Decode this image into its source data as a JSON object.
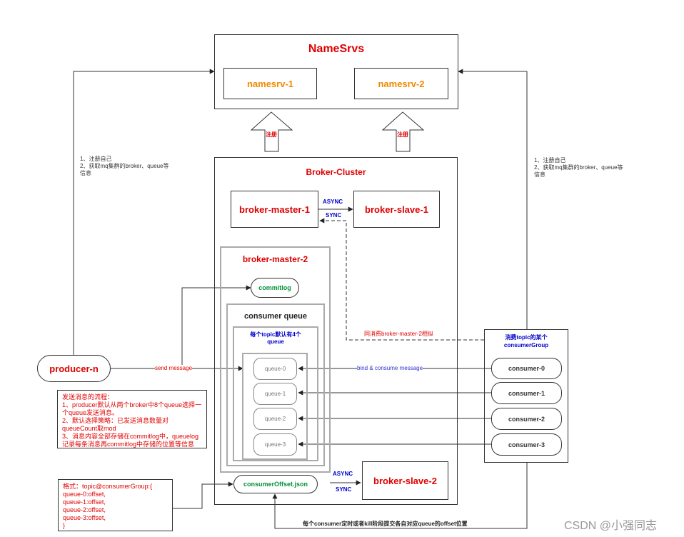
{
  "namesrvs": {
    "title": "NameSrvs",
    "nodes": [
      "namesrv-1",
      "namesrv-2"
    ]
  },
  "register_label": "注册",
  "cluster": {
    "title": "Broker-Cluster",
    "master1": "broker-master-1",
    "slave1": "broker-slave-1",
    "async": "ASYNC",
    "sync": "SYNC",
    "master2": "broker-master-2",
    "commitlog": "commitlog",
    "consumer_queue_title": "consumer queue",
    "topic_note": "每个topic默认有4个\nqueue",
    "queues": [
      "queue-0",
      "queue-1",
      "queue-2",
      "queue-3"
    ],
    "offset_json": "consumerOffset.json",
    "slave2": "broker-slave-2"
  },
  "producer": {
    "name": "producer-n",
    "send_label": "send message"
  },
  "left_note": "1、注册自己\n2、获取mq集群的broker、queue等\n信息",
  "right_note": "1、注册自己\n2、获取mq集群的broker、queue等\n信息",
  "consumer_group": {
    "title": "消费topic的某个\nconsumerGroup",
    "consumers": [
      "consumer-0",
      "consumer-1",
      "consumer-2",
      "consumer-3"
    ],
    "bind_label": "bind & consume message",
    "similar_label": "同消费broker-master-2相似"
  },
  "send_flow_note": "发送消息的流程：\n1、producer默认从两个broker中8个queue选择一个queue发送消息。\n2、默认选择策略：已发送消息数量对queueCount取mod\n3、消息内容全部存储在commitlog中，queuelog记录每条消息再commitlog中存储的位置等信息",
  "format_note": "格式：topic@consumerGroup:{\nqueue-0:offset,\nqueue-1:offset,\nqueue-2:offset,\nqueue-3:offset,\n}",
  "bottom_label": "每个consumer定时或者kill阶段提交各自对应queue的offset位置",
  "watermark": "CSDN @小强同志"
}
